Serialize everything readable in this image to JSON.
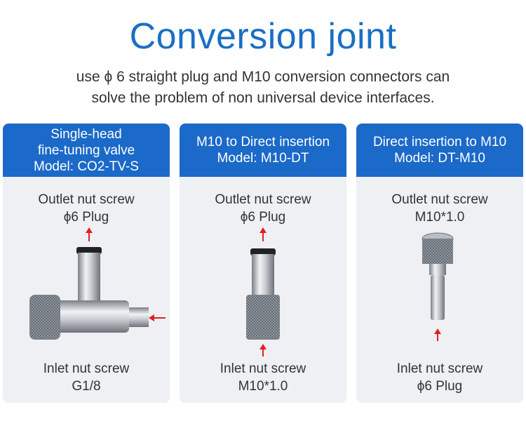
{
  "header": {
    "title": "Conversion joint",
    "subtitle_line1": "use ϕ 6 straight plug and M10 conversion connectors can",
    "subtitle_line2": "solve the problem of non universal device interfaces."
  },
  "cards": [
    {
      "title_lines": [
        "Single-head",
        "fine-tuning valve",
        "Model: CO2-TV-S"
      ],
      "outlet_line1": "Outlet nut  screw",
      "outlet_line2": "ϕ6 Plug",
      "inlet_line1": "Inlet nut screw",
      "inlet_line2": "G1/8"
    },
    {
      "title_lines": [
        "M10 to Direct insertion",
        "Model: M10-DT"
      ],
      "outlet_line1": "Outlet nut  screw",
      "outlet_line2": "ϕ6 Plug",
      "inlet_line1": "Inlet nut screw",
      "inlet_line2": "M10*1.0"
    },
    {
      "title_lines": [
        "Direct insertion to M10",
        "Model: DT-M10"
      ],
      "outlet_line1": "Outlet nut  screw",
      "outlet_line2": "M10*1.0",
      "inlet_line1": "Inlet nut screw",
      "inlet_line2": "ϕ6 Plug"
    }
  ],
  "colors": {
    "brand_blue": "#1b69c8",
    "title_blue": "#1a6fc4",
    "arrow_red": "#e02020",
    "card_bg": "#eef0f4"
  },
  "icons": [
    "up-arrow-icon",
    "left-arrow-icon",
    "valve-image",
    "connector-image"
  ]
}
